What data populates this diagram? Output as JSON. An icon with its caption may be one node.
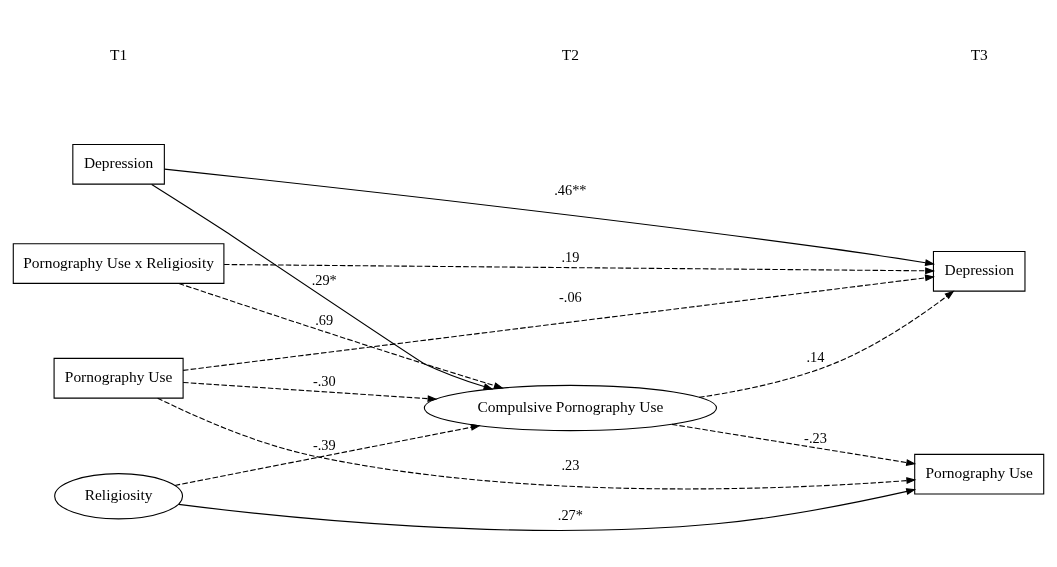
{
  "diagram": {
    "nodes": [
      {
        "text": [
          "Pornography Use"
        ]
      },
      {
        "text": [
          "Religiosity"
        ]
      },
      {
        "text": [
          "Depression"
        ]
      },
      {
        "text": [
          "Pornography Use x Religiosity"
        ]
      },
      {
        "text": [
          "Compulsive Pornography Use"
        ]
      },
      {
        "text": [
          "Pornography Use"
        ]
      },
      {
        "text": [
          "Depression"
        ]
      }
    ],
    "edges": [
      {
        "from": 0,
        "to": 5,
        "arrow": "to",
        "label": ".23",
        "style": "dashed"
      },
      {
        "from": 1,
        "to": 5,
        "arrow": "to",
        "label": ".27*"
      },
      {
        "from": 0,
        "to": 4,
        "arrow": "to",
        "label": "-.30",
        "style": "dashed"
      },
      {
        "from": 0,
        "to": 6,
        "arrow": "to",
        "label": "-.06",
        "style": "dashed"
      },
      {
        "from": 4,
        "to": 5,
        "arrow": "to",
        "label": "-.23",
        "style": "dashed"
      },
      {
        "from": 1,
        "to": 4,
        "arrow": "to",
        "label": "-.39",
        "style": "dashed"
      },
      {
        "from": 2,
        "to": 4,
        "arrow": "to",
        "label": ".29*"
      },
      {
        "from": 2,
        "to": 6,
        "arrow": "to",
        "label": ".46**"
      },
      {
        "from": 4,
        "to": 6,
        "arrow": "to",
        "label": ".14",
        "style": "dashed"
      },
      {
        "from": 3,
        "to": 4,
        "arrow": "to",
        "label": ".69",
        "style": "dashed"
      },
      {
        "from": 3,
        "to": 6,
        "arrow": "to",
        "label": ".19",
        "style": "dashed"
      }
    ],
    "labels": [
      "T1",
      "T2",
      "T3"
    ]
  }
}
